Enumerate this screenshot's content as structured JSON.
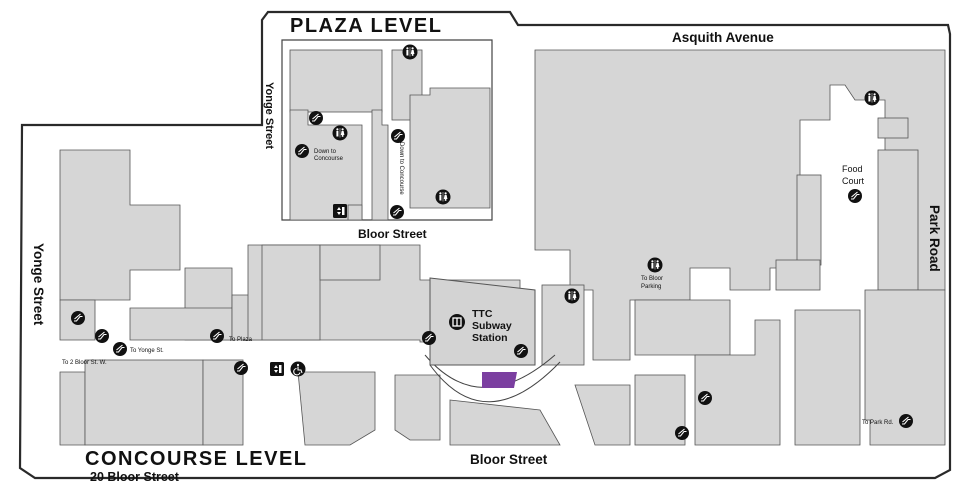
{
  "titles": {
    "plaza_level": "PLAZA LEVEL",
    "concourse_level": "CONCOURSE LEVEL",
    "address": "20 Bloor Street"
  },
  "streets": {
    "asquith": "Asquith Avenue",
    "park_road": "Park Road",
    "yonge_plaza": "Yonge Street",
    "yonge_concourse": "Yonge Street",
    "bloor_plaza": "Bloor Street",
    "bloor_concourse": "Bloor Street"
  },
  "labels": {
    "ttc_line1": "TTC",
    "ttc_line2": "Subway",
    "ttc_line3": "Station",
    "food_court_1": "Food",
    "food_court_2": "Court",
    "down_concourse_1": "Down to",
    "down_concourse_2": "Concourse",
    "down_concourse_vertical": "Down to Concourse",
    "to_bloor_parking_1": "To Bloor",
    "to_bloor_parking_2": "Parking",
    "to_plaza": "To Plaza",
    "to_yonge_st": "To Yonge St.",
    "to_2_bloor": "To 2 Bloor St. W.",
    "to_park_rd": "To Park Rd."
  },
  "colors": {
    "shop_fill": "#d6d6d6",
    "corridor": "#ffffff",
    "outline": "#2a2a2a",
    "highlight": "#7b3fa0",
    "icon": "#111111"
  },
  "icons": {
    "escalator": "escalator-icon",
    "washroom": "washroom-icon",
    "accessible": "accessible-icon",
    "elevator": "elevator-icon",
    "ttc": "ttc-icon"
  }
}
